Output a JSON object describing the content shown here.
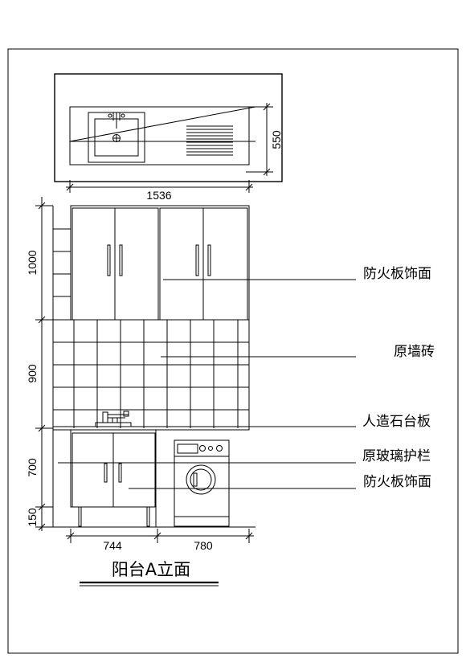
{
  "title": "阳台A立面",
  "plan": {
    "width_label": "1536",
    "depth_label": "550"
  },
  "elevation": {
    "height_labels": [
      "1000",
      "900",
      "700",
      "150"
    ],
    "width_labels": [
      "744",
      "780"
    ]
  },
  "notes": [
    "防火板饰面",
    "原墙砖",
    "人造石台板",
    "原玻璃护栏",
    "防火板饰面"
  ],
  "colors": {
    "line": "#000000",
    "background": "#ffffff"
  }
}
